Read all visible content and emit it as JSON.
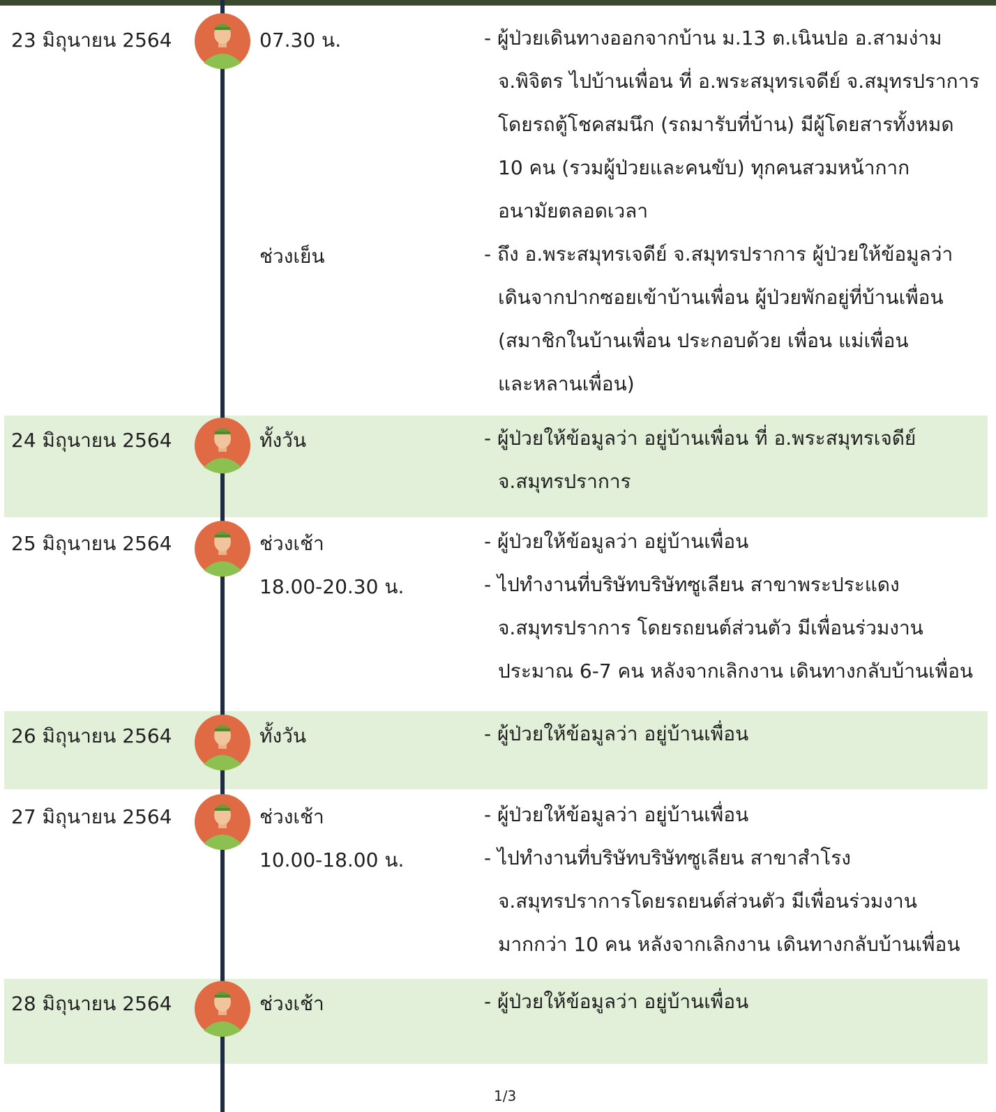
{
  "entries": [
    {
      "date": "23 มิถุนายน 2564",
      "items": [
        {
          "time": "07.30 น.",
          "lines": [
            "- ผู้ป่วยเดินทางออกจากบ้าน ม.13 ต.เนินปอ อ.สามง่าม",
            "จ.พิจิตร ไปบ้านเพื่อน ที่ อ.พระสมุทรเจดีย์ จ.สมุทรปราการ",
            "โดยรถตู้โชคสมนึก (รถมารับที่บ้าน) มีผู้โดยสารทั้งหมด",
            "10 คน (รวมผู้ป่วยและคนขับ) ทุกคนสวมหน้ากาก",
            "อนามัยตลอดเวลา"
          ]
        },
        {
          "time": "ช่วงเย็น",
          "lines": [
            "- ถึง อ.พระสมุทรเจดีย์ จ.สมุทรปราการ ผู้ป่วยให้ข้อมูลว่า",
            "เดินจากปากซอยเข้าบ้านเพื่อน ผู้ป่วยพักอยู่ที่บ้านเพื่อน",
            "(สมาชิกในบ้านเพื่อน ประกอบด้วย เพื่อน แม่เพื่อน",
            "และหลานเพื่อน)"
          ]
        }
      ]
    },
    {
      "date": "24 มิถุนายน 2564",
      "items": [
        {
          "time": "ทั้งวัน",
          "lines": [
            "- ผู้ป่วยให้ข้อมูลว่า อยู่บ้านเพื่อน ที่ อ.พระสมุทรเจดีย์",
            "จ.สมุทรปราการ"
          ]
        }
      ]
    },
    {
      "date": "25 มิถุนายน 2564",
      "items": [
        {
          "time": "ช่วงเช้า",
          "lines": [
            "- ผู้ป่วยให้ข้อมูลว่า อยู่บ้านเพื่อน"
          ]
        },
        {
          "time": "18.00-20.30 น.",
          "lines": [
            "- ไปทำงานที่บริษัทบริษัทซูเลียน สาขาพระประแดง",
            "จ.สมุทรปราการ โดยรถยนต์ส่วนตัว มีเพื่อนร่วมงาน",
            "ประมาณ  6-7 คน หลังจากเลิกงาน เดินทางกลับบ้านเพื่อน"
          ]
        }
      ]
    },
    {
      "date": "26 มิถุนายน 2564",
      "items": [
        {
          "time": "ทั้งวัน",
          "lines": [
            "- ผู้ป่วยให้ข้อมูลว่า อยู่บ้านเพื่อน"
          ]
        }
      ]
    },
    {
      "date": "27 มิถุนายน 2564",
      "items": [
        {
          "time": "ช่วงเช้า",
          "lines": [
            "- ผู้ป่วยให้ข้อมูลว่า อยู่บ้านเพื่อน"
          ]
        },
        {
          "time": "10.00-18.00 น.",
          "lines": [
            "- ไปทำงานที่บริษัทบริษัทซูเลียน สาขาสำโรง",
            "จ.สมุทรปราการโดยรถยนต์ส่วนตัว มีเพื่อนร่วมงาน",
            "มากกว่า 10 คน หลังจากเลิกงาน เดินทางกลับบ้านเพื่อน"
          ]
        }
      ]
    },
    {
      "date": "28 มิถุนายน 2564",
      "items": [
        {
          "time": "ช่วงเช้า",
          "lines": [
            "- ผู้ป่วยให้ข้อมูลว่า อยู่บ้านเพื่อน"
          ]
        }
      ]
    }
  ],
  "page_indicator": "1/3",
  "colors": {
    "shade": "#e2efd9",
    "timeline": "#1f2a44",
    "avatar_bg": "#e06a43",
    "avatar_shirt": "#8cc152",
    "top_bar": "#3c4a2c"
  },
  "icons": {
    "avatar": "patient-avatar-icon"
  }
}
